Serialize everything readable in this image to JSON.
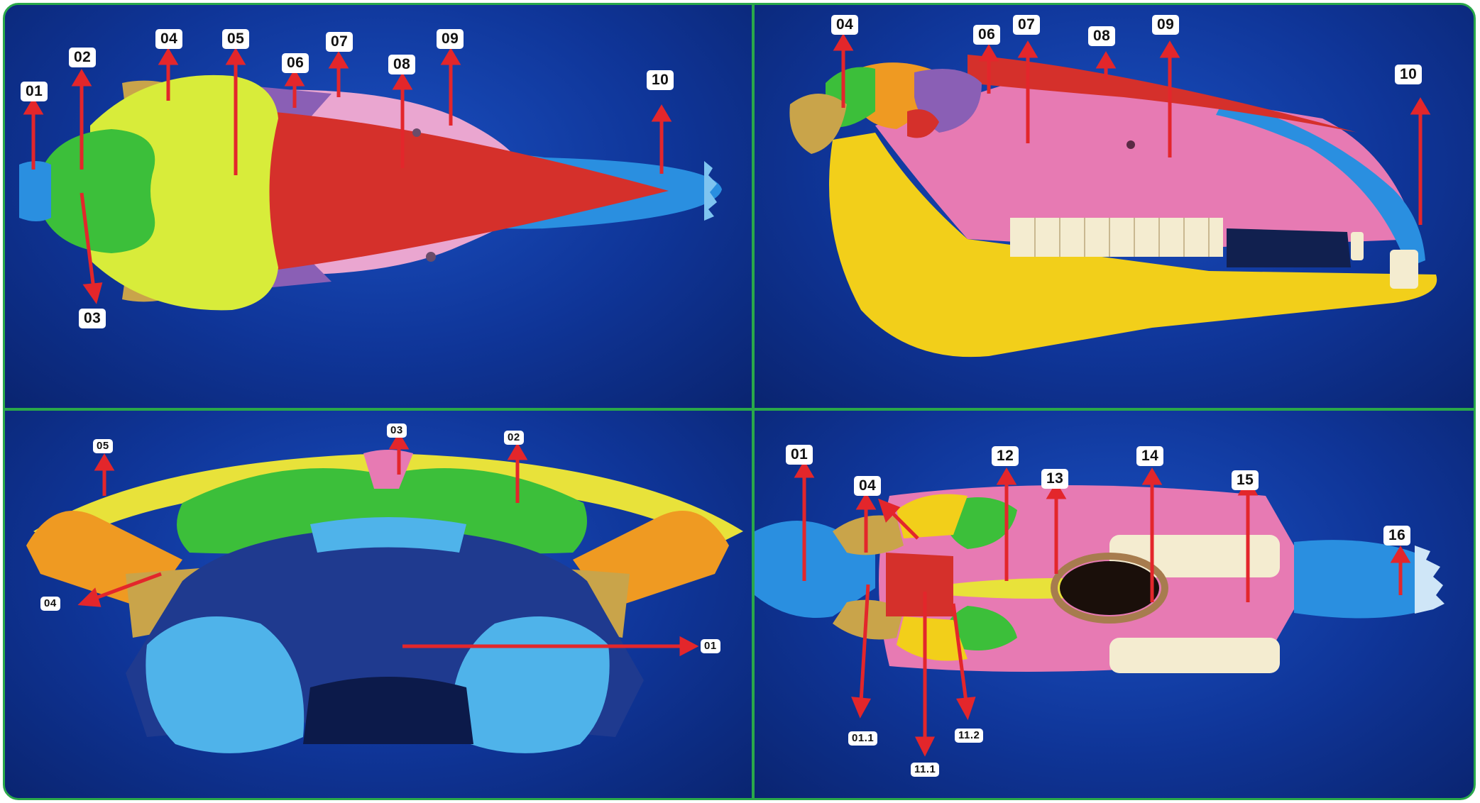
{
  "colors": {
    "arrow": "#e3262b",
    "frame": "#2aa84a",
    "background": "#0f3598",
    "bone_blue": "#2a8fe0",
    "bone_green": "#3cbf3a",
    "bone_yellow_green": "#d8ec3a",
    "bone_red": "#d5302b",
    "bone_pink": "#e77ab3",
    "bone_light_pink": "#eaa6d0",
    "bone_purple": "#8a5fb5",
    "bone_yellow": "#f2cf1a",
    "bone_orange": "#ef9a22",
    "bone_tan": "#c9a44a",
    "bone_navy": "#1f3a8f",
    "bone_light_blue": "#4fb3ea",
    "teeth": "#f4ecd0"
  },
  "panels": {
    "dorsal": {
      "labels": [
        "01",
        "02",
        "03",
        "04",
        "05",
        "06",
        "07",
        "08",
        "09",
        "10"
      ]
    },
    "lateral": {
      "labels": [
        "04",
        "06",
        "07",
        "08",
        "09",
        "10"
      ]
    },
    "caudal": {
      "labels": [
        "05",
        "03",
        "02",
        "04",
        "01"
      ]
    },
    "ventral": {
      "labels": [
        "01",
        "04",
        "12",
        "13",
        "14",
        "15",
        "16",
        "01.1",
        "11.1",
        "11.2"
      ]
    }
  }
}
